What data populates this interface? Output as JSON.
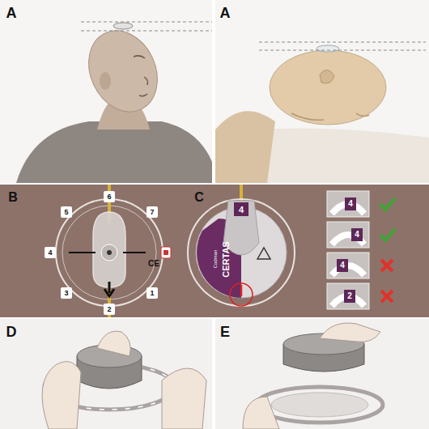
{
  "diagram": {
    "labels": [
      "A",
      "A",
      "B",
      "6",
      "7",
      "5",
      "4",
      "3",
      "2",
      "1",
      "CE",
      "C",
      "4",
      "Codman",
      "CERTAS",
      "4",
      "4",
      "4",
      "2",
      "D",
      "E"
    ]
  }
}
